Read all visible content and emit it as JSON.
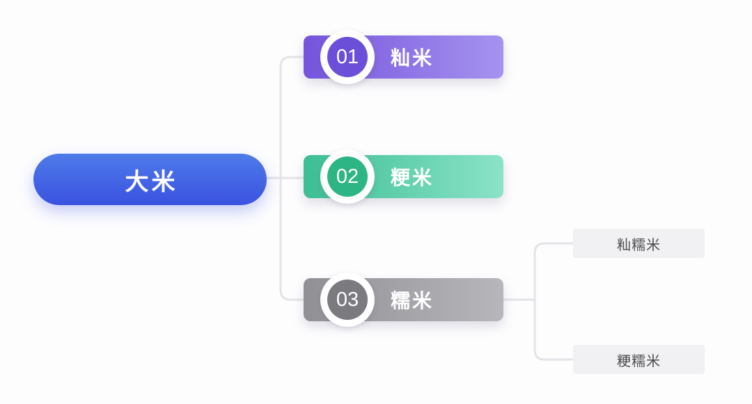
{
  "canvas": {
    "background": "#fdfdfe"
  },
  "connectors": {
    "color": "#e4e4e8"
  },
  "root": {
    "label": "大米",
    "colors": {
      "top": "#4e7be9",
      "bottom": "#3a52e0"
    }
  },
  "branches": [
    {
      "number": "01",
      "label": "籼米",
      "colors": {
        "start": "#7554dc",
        "end": "#a593ef",
        "badge": "#6c4fd8"
      }
    },
    {
      "number": "02",
      "label": "粳米",
      "colors": {
        "start": "#3cbe93",
        "end": "#8be3c7",
        "badge": "#2eb586"
      }
    },
    {
      "number": "03",
      "label": "糯米",
      "colors": {
        "start": "#909095",
        "end": "#b7b7bb",
        "badge": "#7a7a7f"
      }
    }
  ],
  "leaves": [
    {
      "label": "籼糯米"
    },
    {
      "label": "粳糯米"
    }
  ]
}
